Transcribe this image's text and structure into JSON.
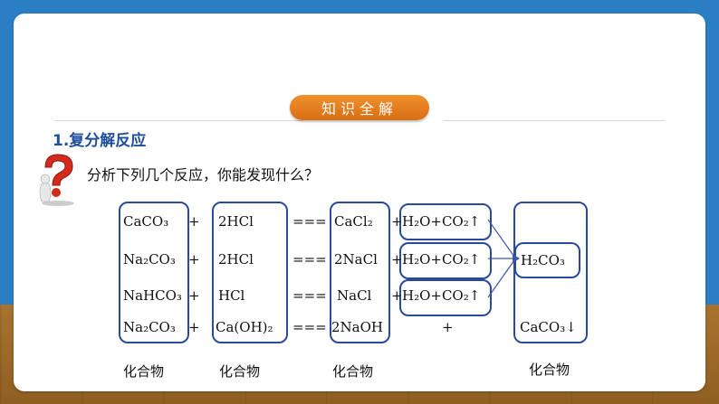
{
  "header": {
    "title": "知识全解"
  },
  "section": {
    "title": "1.复分解反应"
  },
  "question": "分析下列几个反应，你能发现什么？",
  "reactions": [
    {
      "r1": "CaCO₃",
      "plus1": "+",
      "r2": "2HCl",
      "eq": "===",
      "p1": "CaCl₂",
      "plus2": "+",
      "p2": "H₂O+CO₂↑"
    },
    {
      "r1": "Na₂CO₃",
      "plus1": "+",
      "r2": "2HCl",
      "eq": "===",
      "p1": "2NaCl",
      "plus2": "+",
      "p2": "H₂O+CO₂↑"
    },
    {
      "r1": "NaHCO₃",
      "plus1": "+",
      "r2": "HCl",
      "eq": "===",
      "p1": "NaCl",
      "plus2": "+",
      "p2": "H₂O+CO₂↑"
    },
    {
      "r1": "Na₂CO₃",
      "plus1": "+",
      "r2": "Ca(OH)₂",
      "eq": "===",
      "p1": "2NaOH",
      "plus2": "+",
      "p2": ""
    }
  ],
  "result": {
    "h2co3": "H₂CO₃",
    "caco3": "CaCO₃↓"
  },
  "labels": [
    "化合物",
    "化合物",
    "化合物",
    "化合物"
  ],
  "colors": {
    "accent": "#e57e1f",
    "frame": "#2a7fc4",
    "box": "#2a4a9a",
    "section": "#1f4e9b"
  },
  "icons": [
    "question-mark-figure-icon",
    "arrow-icon"
  ]
}
